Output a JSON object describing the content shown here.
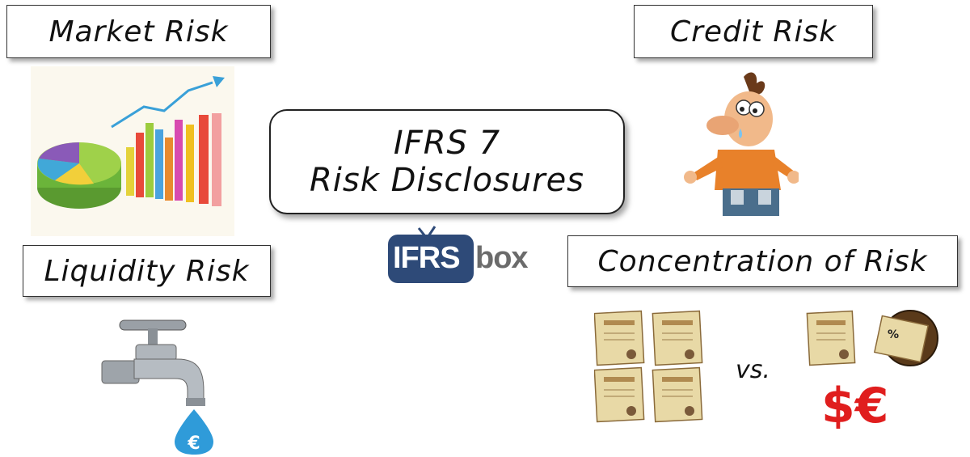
{
  "labels": {
    "market": "Market Risk",
    "credit": "Credit Risk",
    "liquidity": "Liquidity Risk",
    "concentration": "Concentration of Risk"
  },
  "center": {
    "line1": "IFRS 7",
    "line2": "Risk Disclosures"
  },
  "logo": {
    "part1": "IFRS",
    "part2": "box"
  },
  "comparison": {
    "vs": "vs.",
    "currency": "$€"
  },
  "drop_symbol": "€",
  "icons": [
    "market-chart-icon",
    "worried-man-icon",
    "water-tap-icon",
    "ifrsbox-logo",
    "documents-icon",
    "document-and-coin-icon"
  ],
  "colors": {
    "logo_blue": "#2e4a78",
    "logo_gray": "#6b6b6b",
    "currency_red": "#e01e1e",
    "drop_blue": "#2f9bd9",
    "paper": "#e8d9a6"
  }
}
